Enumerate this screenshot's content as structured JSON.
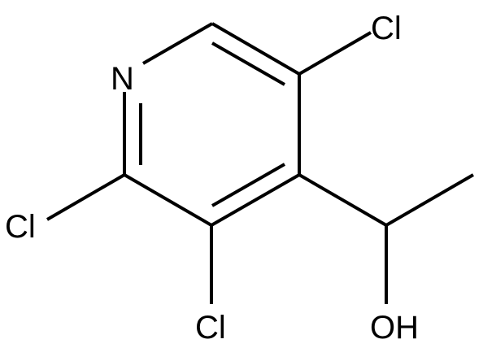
{
  "molecule": {
    "atoms": {
      "n1": "N",
      "cl_top": "Cl",
      "cl_left": "Cl",
      "cl_bottom": "Cl",
      "oh": "OH"
    }
  }
}
